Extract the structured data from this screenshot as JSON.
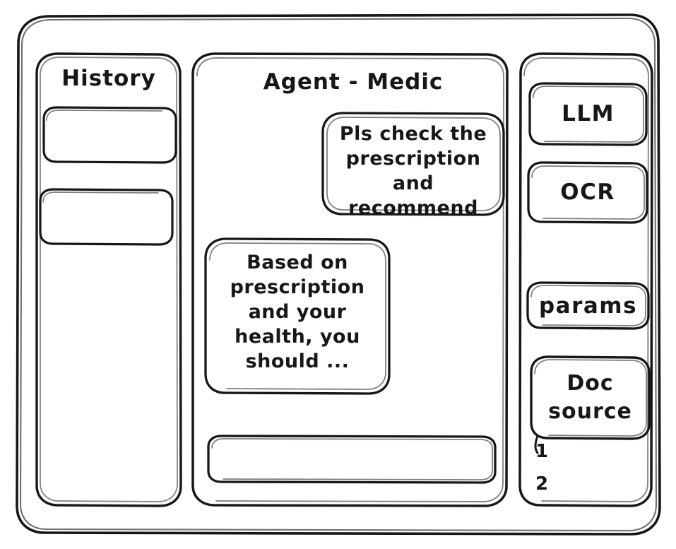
{
  "window": {
    "style": "hand-drawn-wireframe",
    "background_color": "#ffffff",
    "stroke_color": "#17171a"
  },
  "sidebar_left": {
    "title": "History",
    "items": [
      {
        "label": "",
        "name": "history-item-1"
      },
      {
        "label": "",
        "name": "history-item-2"
      }
    ]
  },
  "main": {
    "title": "Agent - Medic",
    "messages": [
      {
        "role": "user",
        "text": "Pls check the\nprescription\nand recommend"
      },
      {
        "role": "assistant",
        "text": "Based on\nprescription\nand your\nhealth, you\nshould ..."
      }
    ],
    "composer": {
      "value": "",
      "placeholder": ""
    }
  },
  "sidebar_right": {
    "tools": [
      {
        "label": "LLM",
        "name": "tool-button-llm"
      },
      {
        "label": "OCR",
        "name": "tool-button-ocr"
      }
    ],
    "params_button": "params",
    "doc_source": {
      "label": "Doc\nsource",
      "sources": [
        "1",
        "2"
      ]
    }
  }
}
